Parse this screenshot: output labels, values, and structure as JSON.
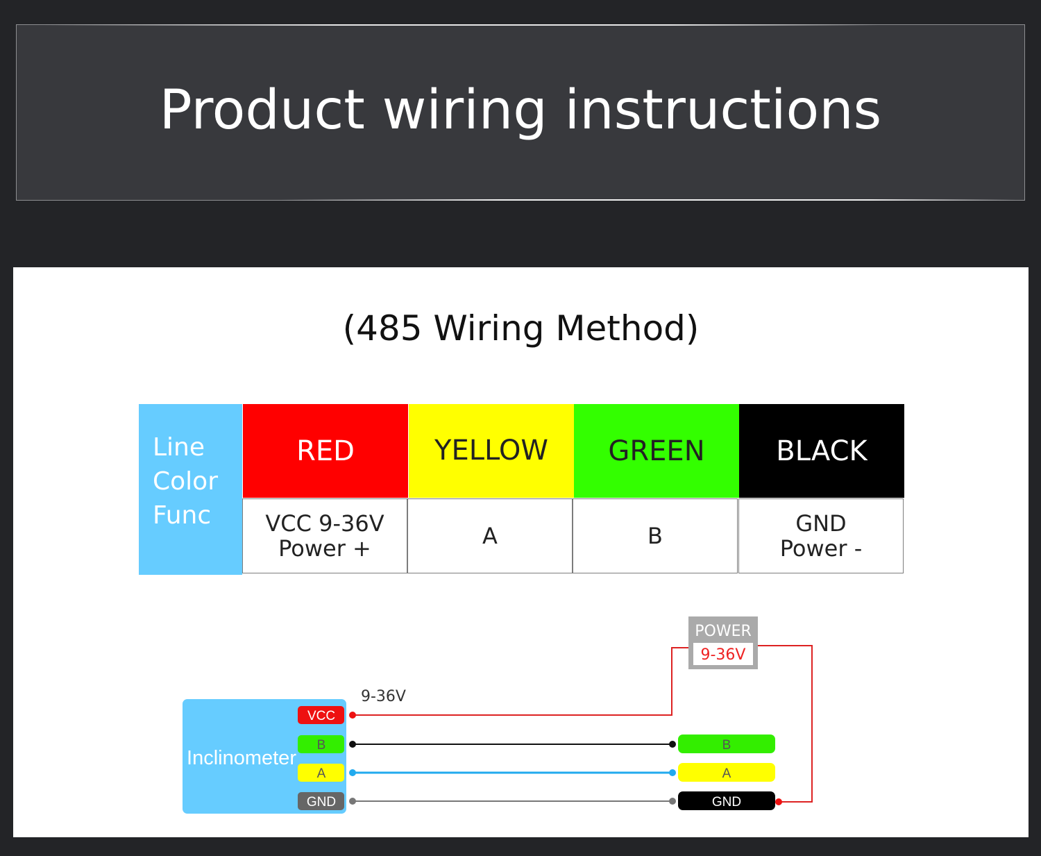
{
  "banner": {
    "title": "Product wiring instructions"
  },
  "panel": {
    "subtitle": "(485 Wiring Method)",
    "table": {
      "header_lines": [
        "Line",
        "Color",
        "Func"
      ],
      "columns": [
        {
          "color_name": "RED",
          "bg": "#ff0000",
          "fg": "#ffffff",
          "func": "VCC 9-36V\nPower +"
        },
        {
          "color_name": "YELLOW",
          "bg": "#ffff00",
          "fg": "#222222",
          "func": "A"
        },
        {
          "color_name": "GREEN",
          "bg": "#33ff00",
          "fg": "#222222",
          "func": "B"
        },
        {
          "color_name": "BLACK",
          "bg": "#000000",
          "fg": "#ffffff",
          "func": "GND\nPower -"
        }
      ]
    },
    "diagram": {
      "device_label": "Inclinometer",
      "voltage_label": "9-36V",
      "pins": [
        {
          "label": "VCC",
          "color": "#ee1111"
        },
        {
          "label": "B",
          "color": "#33ee00"
        },
        {
          "label": "A",
          "color": "#ffff00"
        },
        {
          "label": "GND",
          "color": "#666666"
        }
      ],
      "targets": [
        {
          "label": "B",
          "color": "#33ee00"
        },
        {
          "label": "A",
          "color": "#ffff00"
        },
        {
          "label": "GND",
          "color": "#000000"
        }
      ],
      "power_box": {
        "title": "POWER",
        "value": "9-36V"
      }
    }
  }
}
